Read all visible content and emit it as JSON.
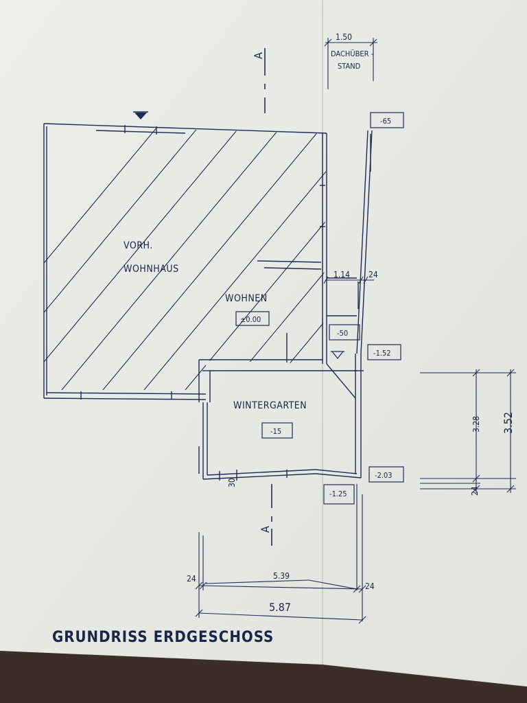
{
  "title": "GRUNDRISS ERDGESCHOSS",
  "rooms": {
    "existing_house": [
      "VORH.",
      "WOHNHAUS"
    ],
    "living": "WOHNEN",
    "winter_garden": "WINTERGARTEN"
  },
  "levels": {
    "living": "±0.00",
    "winter_garden": "-15",
    "top_right": "-65",
    "mid_step": "-50",
    "right_upper": "-1.52",
    "right_lower": "-2.03",
    "bottom": "-1.25"
  },
  "section_marks": {
    "top": "A",
    "bottom": "A"
  },
  "roof_overhang": {
    "value": "1.50",
    "label": [
      "DACHÜBER -",
      "STAND"
    ]
  },
  "dimensions": {
    "d_1_14": "1.14",
    "d_24_top": "24",
    "d_3_28": "3.28",
    "d_3_52": "3.52",
    "d_24_right": "24",
    "d_30": "30",
    "d_24_left": "24",
    "d_5_39": "5.39",
    "d_24_bottom": "24",
    "d_5_87": "5.87"
  },
  "colors": {
    "paper": "#e9ebe7",
    "ink": "#1f2a55",
    "background": "#3a2e26"
  }
}
